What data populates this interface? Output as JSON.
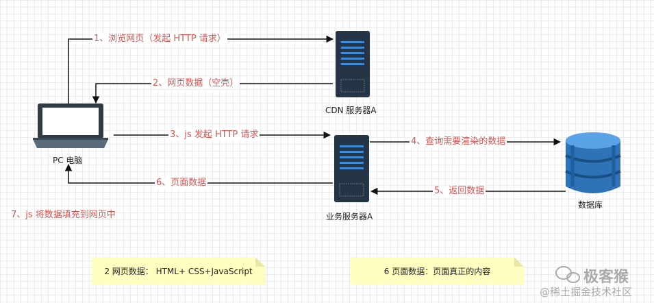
{
  "nodes": {
    "pc": {
      "label": "PC 电脑"
    },
    "cdn_server": {
      "label": "CDN 服务器A"
    },
    "business_server": {
      "label": "业务服务器A"
    },
    "database": {
      "label": "数据库"
    }
  },
  "edges": [
    {
      "id": "e1",
      "label": "1、浏览网页（发起 HTTP 请求）"
    },
    {
      "id": "e2",
      "label": "2、网页数据（空壳）"
    },
    {
      "id": "e3",
      "label": "3、js 发起 HTTP 请求"
    },
    {
      "id": "e4",
      "label": "4、查询需要渲染的数据"
    },
    {
      "id": "e5",
      "label": "5、返回数据"
    },
    {
      "id": "e6",
      "label": "6、页面数据"
    }
  ],
  "step7": "7、js 将数据填充到网页中",
  "notes": [
    {
      "text": "2 网页数据： HTML+ CSS+JavaScript"
    },
    {
      "text": "6 页面数据：页面真正的内容"
    }
  ],
  "watermark": {
    "brand": "极客猴",
    "site": "@稀土掘金技术社区"
  },
  "colors": {
    "label_red": "#d9534f",
    "server_dark": "#263545",
    "server_accent": "#3d8bd8",
    "db_blue": "#2e73b8",
    "note_yellow": "#ffffc2"
  }
}
